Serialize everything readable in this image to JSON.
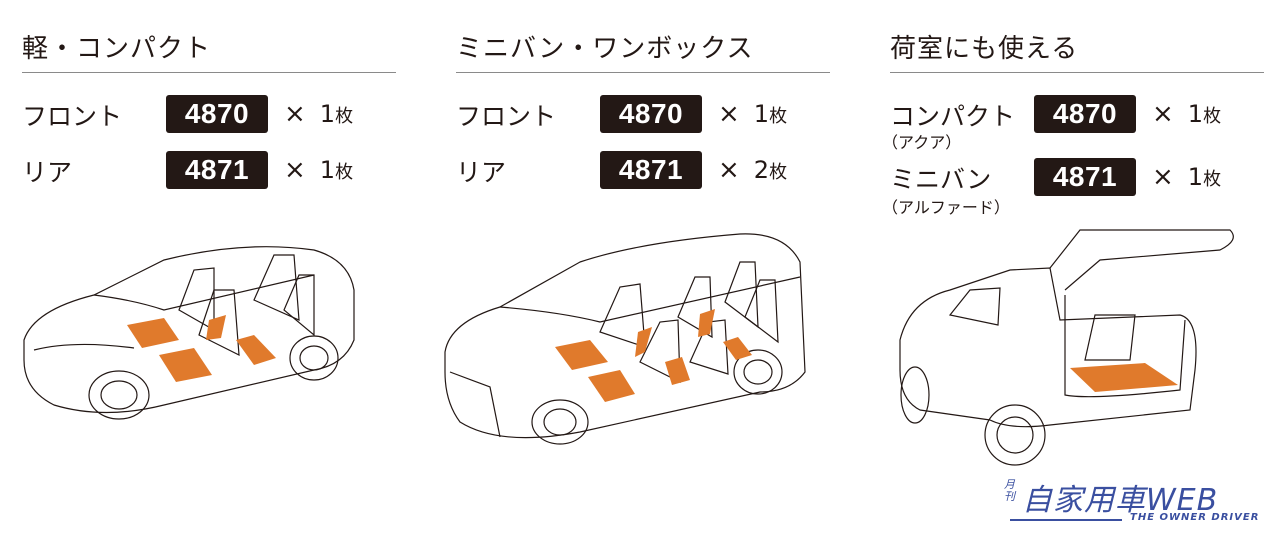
{
  "columns": [
    {
      "title": "軽・コンパクト",
      "rows": [
        {
          "label": "フロント",
          "sub": "",
          "code": "4870",
          "times": "×",
          "count": "1",
          "unit": "枚"
        },
        {
          "label": "リア",
          "sub": "",
          "code": "4871",
          "times": "×",
          "count": "1",
          "unit": "枚"
        }
      ],
      "illustration": "compact-suv-interior-floor-mats"
    },
    {
      "title": "ミニバン・ワンボックス",
      "rows": [
        {
          "label": "フロント",
          "sub": "",
          "code": "4870",
          "times": "×",
          "count": "1",
          "unit": "枚"
        },
        {
          "label": "リア",
          "sub": "",
          "code": "4871",
          "times": "×",
          "count": "2",
          "unit": "枚"
        }
      ],
      "illustration": "minivan-interior-floor-mats"
    },
    {
      "title": "荷室にも使える",
      "rows": [
        {
          "label": "コンパクト",
          "sub": "（アクア）",
          "code": "4870",
          "times": "×",
          "count": "1",
          "unit": "枚"
        },
        {
          "label": "ミニバン",
          "sub": "（アルファード）",
          "code": "4871",
          "times": "×",
          "count": "1",
          "unit": "枚"
        }
      ],
      "illustration": "suv-cargo-area-mat"
    }
  ],
  "logo": {
    "mini": "月刊",
    "main": "自家用車WEB",
    "sub": "THE OWNER DRIVER"
  },
  "colors": {
    "text": "#231815",
    "badge_bg": "#231815",
    "mat_orange": "#e07a2c",
    "rule": "#8a8a8a",
    "logo_blue": "#3a4fa0"
  }
}
